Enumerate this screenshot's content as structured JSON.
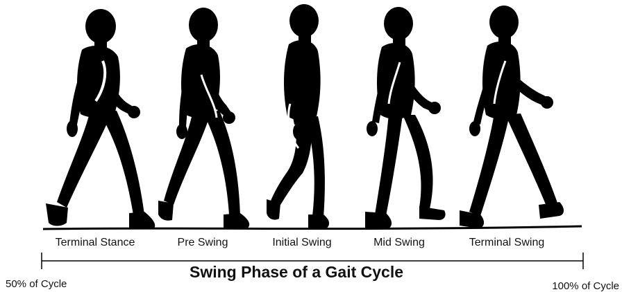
{
  "phases": [
    "Terminal Stance",
    "Pre Swing",
    "Initial Swing",
    "Mid Swing",
    "Terminal Swing"
  ],
  "title": "Swing Phase of a Gait Cycle",
  "cycle_start_label": "50% of Cycle",
  "cycle_end_label": "100% of Cycle",
  "colors": {
    "silhouette": "#000000",
    "highlight": "#ffffff",
    "text": "#111111"
  }
}
